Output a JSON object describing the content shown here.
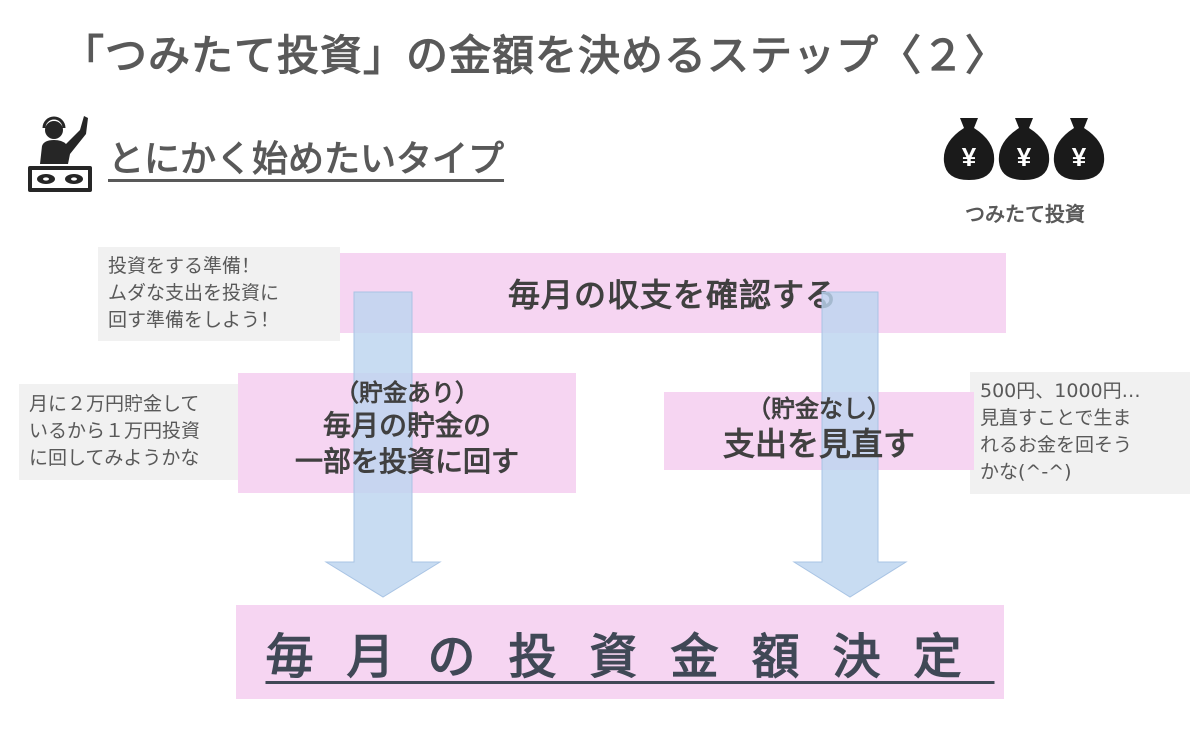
{
  "title": "「つみたて投資」の金額を決めるステップ〈２〉",
  "subtitle": "とにかく始めたいタイプ",
  "bags": {
    "symbol": "¥",
    "label": "つみたて投資"
  },
  "top_box": "毎月の収支を確認する",
  "note_top_left": "投資をする準備！\nムダな支出を投資に\n回す準備をしよう！",
  "note_mid_left": "月に２万円貯金して\nいるから１万円投資\nに回してみようかな",
  "note_right": "500円、1000円…\n見直すことで生ま\nれるお金を回そう\nかな(^-^)",
  "left_box": {
    "tag": "（貯金あり）",
    "line1": "毎月の貯金の",
    "line2": "一部を投資に回す"
  },
  "right_box": {
    "tag": "（貯金なし）",
    "line1": "支出を見直す"
  },
  "bottom_box": "毎月の投資金額決定",
  "colors": {
    "pink": "#f6d5f2",
    "arrow": "#bcd4ef",
    "note_bg": "#f1f1f1",
    "text": "#595959"
  }
}
